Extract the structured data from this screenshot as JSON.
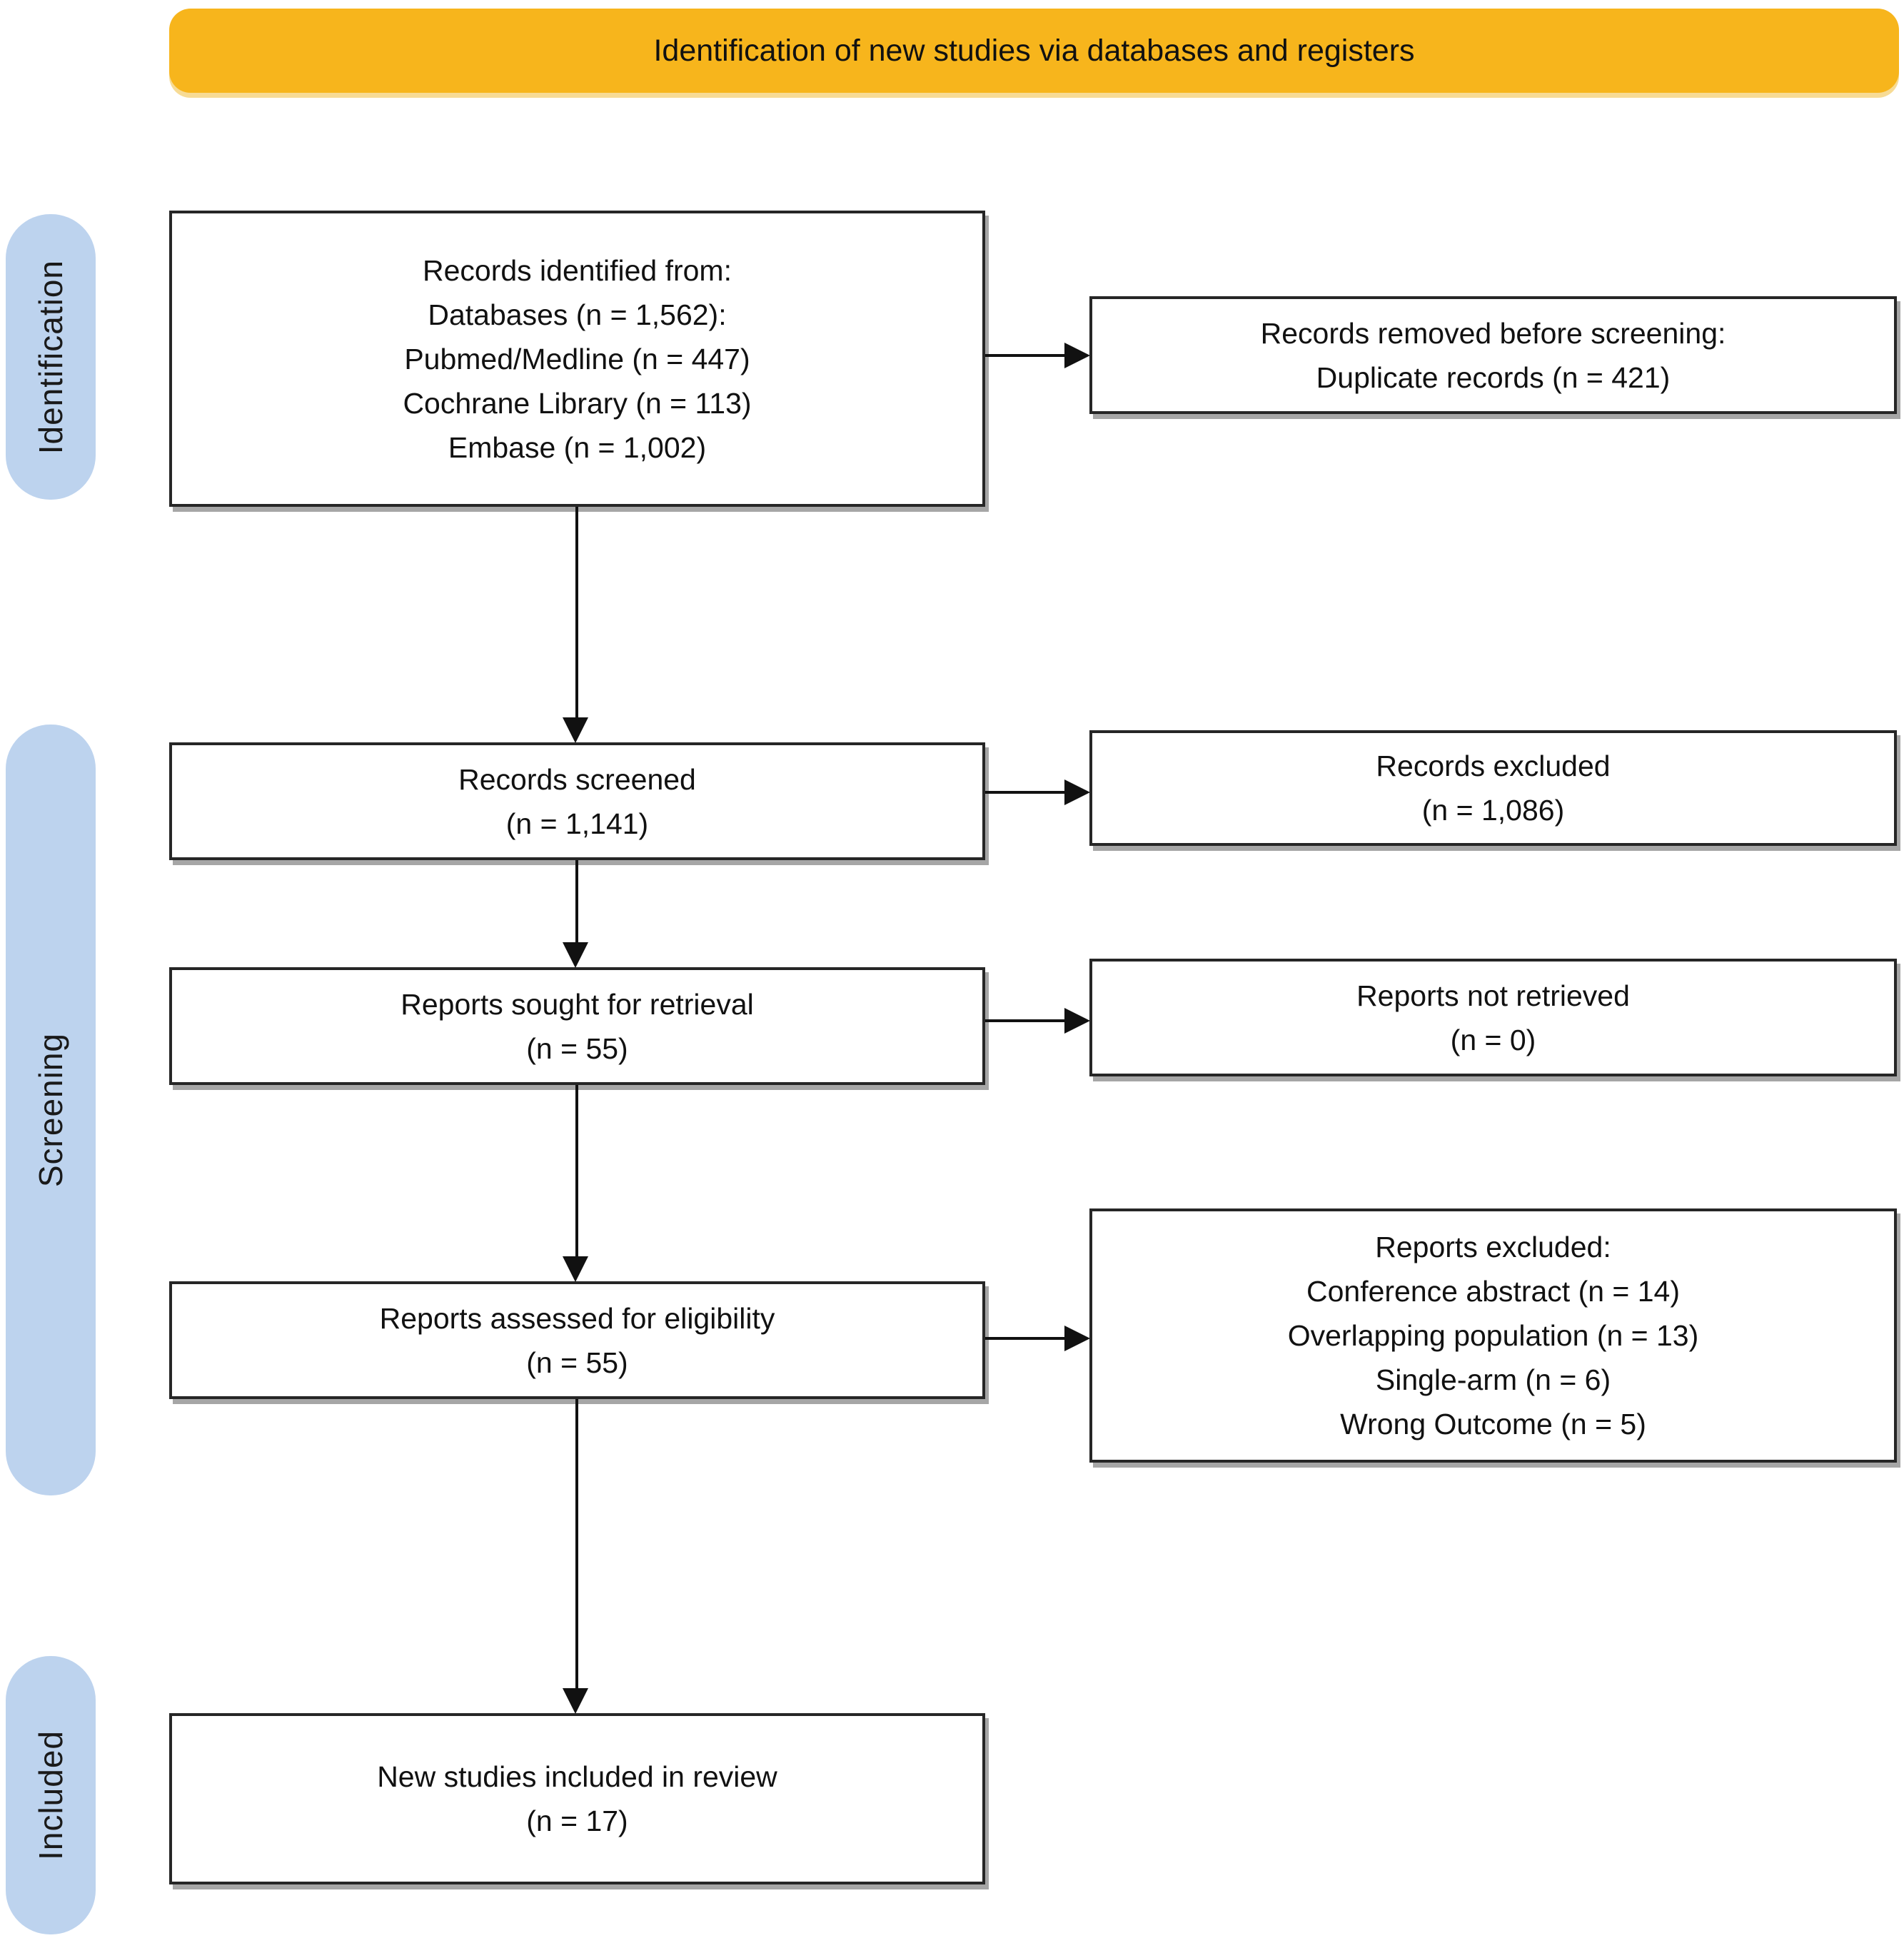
{
  "banner": {
    "title": "Identification of new studies via databases and registers"
  },
  "phases": {
    "identification": "Identification",
    "screening": "Screening",
    "included": "Included"
  },
  "flow": {
    "left": [
      {
        "id": "records-identified",
        "lines": [
          "Records identified from:",
          "Databases (n = 1,562):",
          "Pubmed/Medline (n = 447)",
          "Cochrane Library (n = 113)",
          "Embase (n = 1,002)"
        ]
      },
      {
        "id": "records-screened",
        "lines": [
          "Records screened",
          "(n = 1,141)"
        ]
      },
      {
        "id": "reports-sought",
        "lines": [
          "Reports sought for retrieval",
          "(n = 55)"
        ]
      },
      {
        "id": "reports-assessed",
        "lines": [
          "Reports assessed for eligibility",
          "(n = 55)"
        ]
      },
      {
        "id": "new-studies-included",
        "lines": [
          "New studies included in review",
          "(n = 17)"
        ]
      }
    ],
    "right": [
      {
        "id": "records-removed",
        "lines": [
          "Records removed before screening:",
          "Duplicate records (n = 421)"
        ]
      },
      {
        "id": "records-excluded",
        "lines": [
          "Records excluded",
          "(n = 1,086)"
        ]
      },
      {
        "id": "reports-not-retrieved",
        "lines": [
          "Reports not retrieved",
          "(n = 0)"
        ]
      },
      {
        "id": "reports-excluded",
        "lines": [
          "Reports excluded:",
          "Conference abstract (n = 14)",
          "Overlapping population (n = 13)",
          "Single-arm (n = 6)",
          "Wrong Outcome (n = 5)"
        ]
      }
    ]
  },
  "colors": {
    "banner_yellow": "#F7B51C",
    "phase_blue": "#BDD3EE",
    "box_border": "#262626",
    "box_shadow": "#A6A6A6",
    "arrow_black": "#111111",
    "background": "#FFFFFF"
  }
}
